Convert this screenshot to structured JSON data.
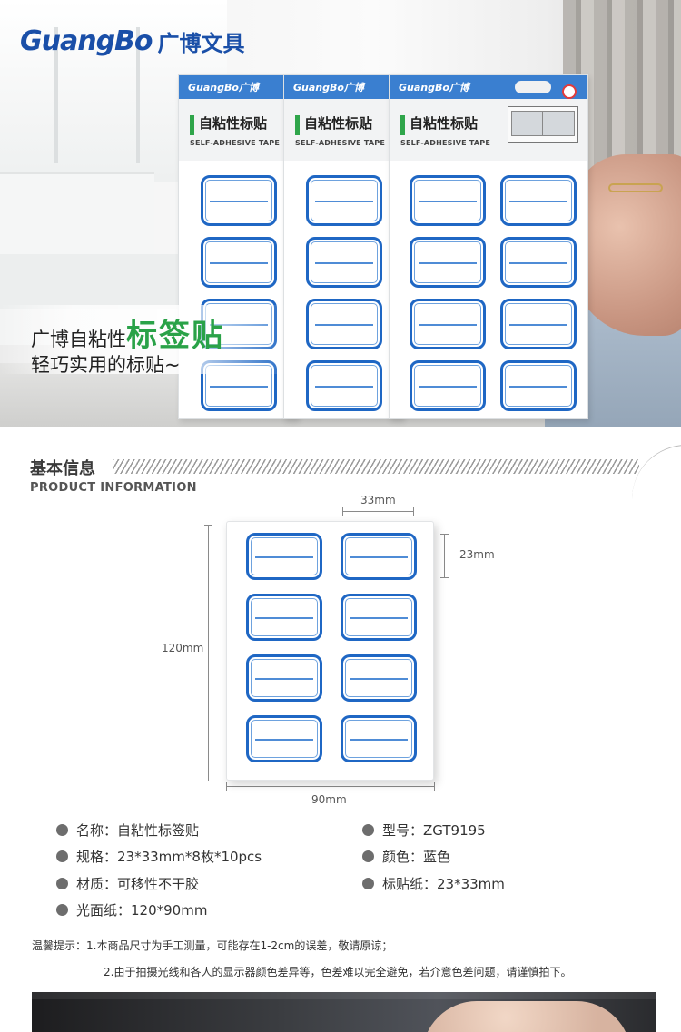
{
  "hero": {
    "brand_mark": "GuangBo",
    "brand_cn": "广博文具",
    "packages": [
      {
        "logo": "GuangBo广博",
        "title": "自粘性标贴",
        "subtitle": "SELF-ADHESIVE TAPE"
      },
      {
        "logo": "GuangBo广博",
        "title": "自粘性标贴",
        "subtitle": "SELF-ADHESIVE TAPE"
      },
      {
        "logo": "GuangBo广博",
        "title": "自粘性标贴",
        "subtitle": "SELF-ADHESIVE TAPE"
      }
    ],
    "slogan_prefix": "广博自粘性",
    "slogan_emphasis": "标签贴",
    "slogan_line2": "轻巧实用的标贴~"
  },
  "section": {
    "title": "基本信息",
    "subtitle": "PRODUCT INFORMATION"
  },
  "diagram": {
    "label_width": "33mm",
    "label_height": "23mm",
    "sheet_height": "120mm",
    "sheet_width": "90mm"
  },
  "specs": {
    "name": "名称：自粘性标签贴",
    "model": "型号：ZGT9195",
    "size": "规格：23*33mm*8枚*10pcs",
    "color": "颜色：蓝色",
    "material": "材质：可移性不干胶",
    "label_paper": "标贴纸：23*33mm",
    "gloss_paper": "光面纸：120*90mm"
  },
  "notes": {
    "line1": "温馨提示：1.本商品尺寸为手工测量，可能存在1-2cm的误差，敬请原谅；",
    "line2": "2.由于拍摄光线和各人的显示器颜色差异等，色差难以完全避免，若介意色差问题，请谨慎拍下。"
  }
}
